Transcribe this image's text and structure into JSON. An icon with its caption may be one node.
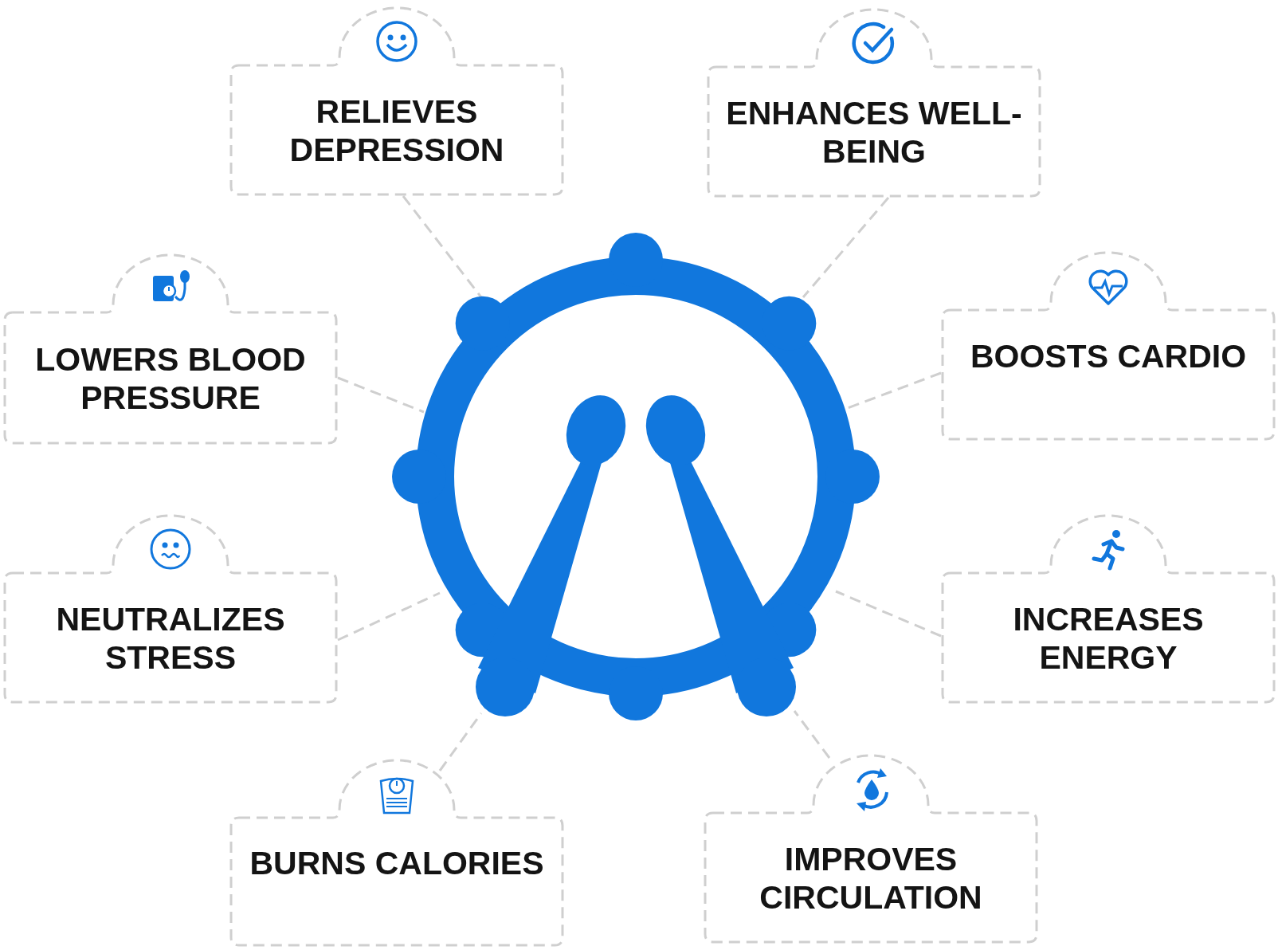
{
  "diagram": {
    "nodes": [
      {
        "text": [
          "RELIEVES DEPRESSION"
        ]
      },
      {
        "text": [
          "ENHANCES WELL-BEING"
        ]
      },
      {
        "text": [
          "LOWERS BLOOD PRESSURE"
        ]
      },
      {
        "text": [
          "BOOSTS CARDIO"
        ]
      },
      {
        "text": [
          "NEUTRALIZES STRESS"
        ]
      },
      {
        "text": [
          "INCREASES ENERGY"
        ]
      },
      {
        "text": [
          "BURNS CALORIES"
        ]
      },
      {
        "text": [
          "IMPROVES CIRCULATION"
        ]
      },
      {
        "text": [],
        "shape": "picture"
      }
    ],
    "edges": [
      {
        "from": 0,
        "to": 8,
        "arrow": "none"
      },
      {
        "from": 1,
        "to": 8,
        "arrow": "none"
      },
      {
        "from": 2,
        "to": 8,
        "arrow": "none"
      },
      {
        "from": 3,
        "to": 8,
        "arrow": "none"
      },
      {
        "from": 4,
        "to": 8,
        "arrow": "none"
      },
      {
        "from": 5,
        "to": 8,
        "arrow": "none"
      },
      {
        "from": 6,
        "to": 8,
        "arrow": "none"
      },
      {
        "from": 7,
        "to": 8,
        "arrow": "none"
      }
    ]
  }
}
